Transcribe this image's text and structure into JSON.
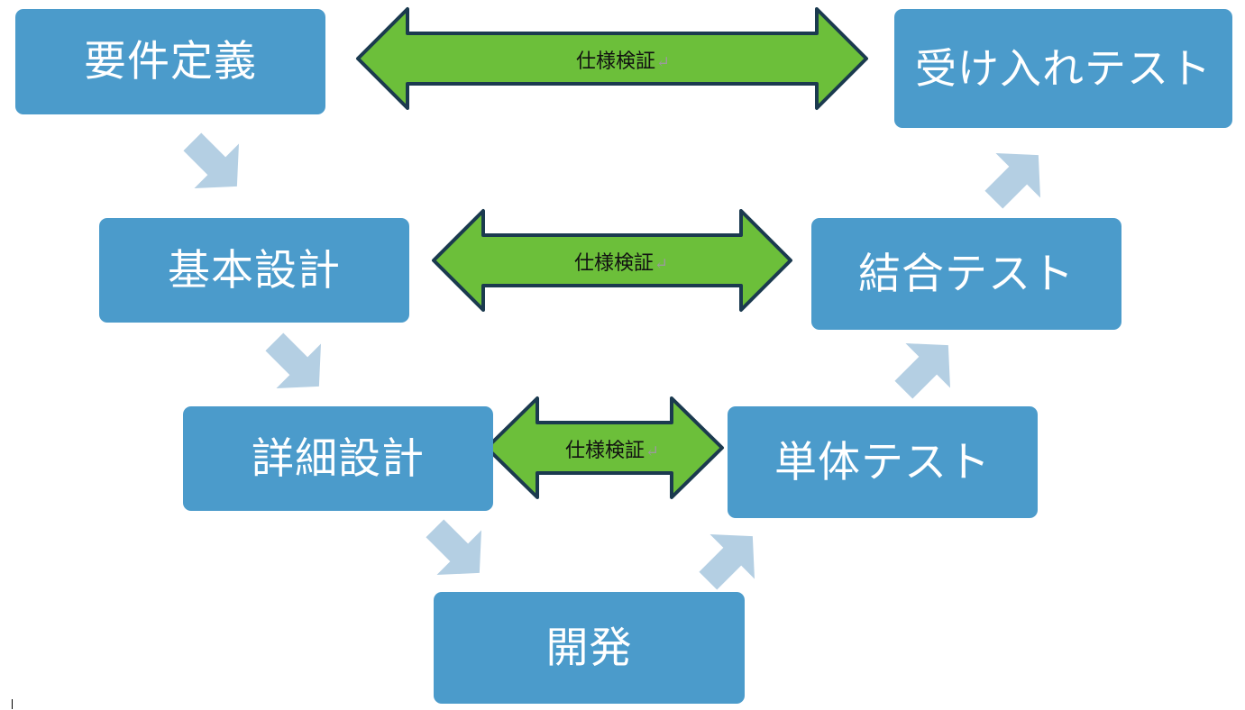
{
  "diagram": {
    "stages": {
      "requirements": "要件定義",
      "basic_design": "基本設計",
      "detailed_design": "詳細設計",
      "development": "開発",
      "unit_test": "単体テスト",
      "integration_test": "結合テスト",
      "acceptance_test": "受け入れテスト"
    },
    "verification_label": "仕様検証",
    "paragraph_mark": "↵",
    "colors": {
      "stage_box": "#4b9bcb",
      "stage_text": "#ffffff",
      "verify_arrow_fill": "#6cbf3a",
      "verify_arrow_outline": "#1b3a4f",
      "flow_arrow": "#b4cfe3"
    },
    "icons": {
      "flow_arrow": "chevron-arrow-icon",
      "verify_arrow": "double-headed-arrow-icon"
    }
  }
}
